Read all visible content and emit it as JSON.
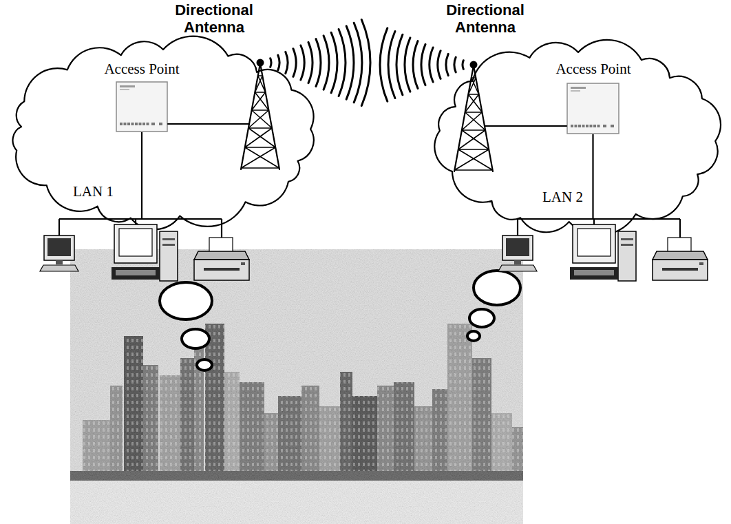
{
  "diagram": {
    "nodes": [
      {
        "text": [
          "LAN 1"
        ]
      },
      {
        "text": [
          "Access Point"
        ],
        "in": 0
      },
      {
        "text": [
          "Directional Antenna"
        ]
      },
      {
        "text": [
          "LAN 2"
        ]
      },
      {
        "text": [
          "Access Point"
        ],
        "in": 3
      },
      {
        "text": [
          "Directional Antenna"
        ]
      }
    ],
    "edges": [
      {
        "from": 1,
        "to": 2,
        "arrow": "none"
      },
      {
        "from": 2,
        "to": 5,
        "arrow": "none"
      },
      {
        "from": 4,
        "to": 5,
        "arrow": "none"
      }
    ]
  }
}
